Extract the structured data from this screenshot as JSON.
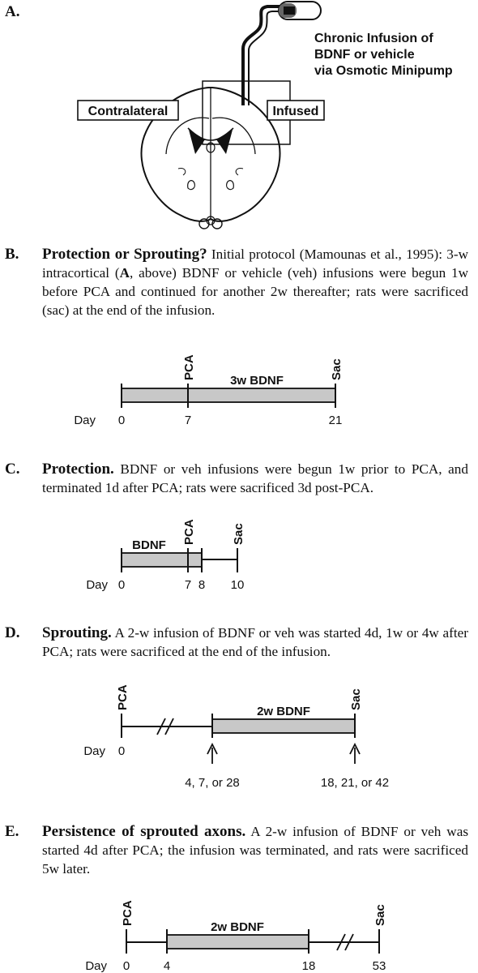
{
  "panels": {
    "a": {
      "label": "A.",
      "infusion_caption": [
        "Chronic Infusion of",
        "BDNF or vehicle",
        "via Osmotic Minipump"
      ],
      "box_left": "Contralateral",
      "box_right": "Infused"
    },
    "b": {
      "label": "B.",
      "title": "Protection or Sprouting?",
      "text_1": " Initial protocol (Mamounas et al., 1995): 3-w intracortical (",
      "bold_ref": "A",
      "text_2": ", above) BDNF or vehicle (veh) infusions were begun 1w before PCA and continued for another 2w thereafter; rats were sacrificed (sac) at the end of the infusion."
    },
    "c": {
      "label": "C.",
      "title": "Protection.",
      "text": " BDNF or veh infusions were begun 1w prior to PCA, and terminated 1d after PCA; rats were sacrificed 3d post-PCA."
    },
    "d": {
      "label": "D.",
      "title": "Sprouting.",
      "text": " A 2-w infusion of BDNF or veh was started 4d, 1w or 4w after PCA; rats were sacrificed at the end of the infusion."
    },
    "e": {
      "label": "E.",
      "title": "Persistence of sprouted axons.",
      "text": " A 2-w infusion of BDNF or veh was started 4d after PCA; the infusion was terminated, and rats were sacrificed 5w later."
    }
  },
  "timelines": {
    "b": {
      "day_label": "Day",
      "ticks": [
        "0",
        "7",
        "21"
      ],
      "markers": [
        "PCA",
        "Sac"
      ],
      "bar_label": "3w BDNF"
    },
    "c": {
      "day_label": "Day",
      "ticks": [
        "0",
        "7",
        "8",
        "10"
      ],
      "markers": [
        "PCA",
        "Sac"
      ],
      "bar_label": "BDNF"
    },
    "d": {
      "day_label": "Day",
      "ticks": [
        "0"
      ],
      "markers": [
        "PCA",
        "Sac"
      ],
      "bar_label": "2w BDNF",
      "start_options": "4, 7, or 28",
      "end_options": "18, 21, or 42"
    },
    "e": {
      "day_label": "Day",
      "ticks": [
        "0",
        "4",
        "18",
        "53"
      ],
      "markers": [
        "PCA",
        "Sac"
      ],
      "bar_label": "2w BDNF"
    }
  },
  "colors": {
    "bar_fill": "#c8c8c8",
    "ink": "#111111"
  }
}
